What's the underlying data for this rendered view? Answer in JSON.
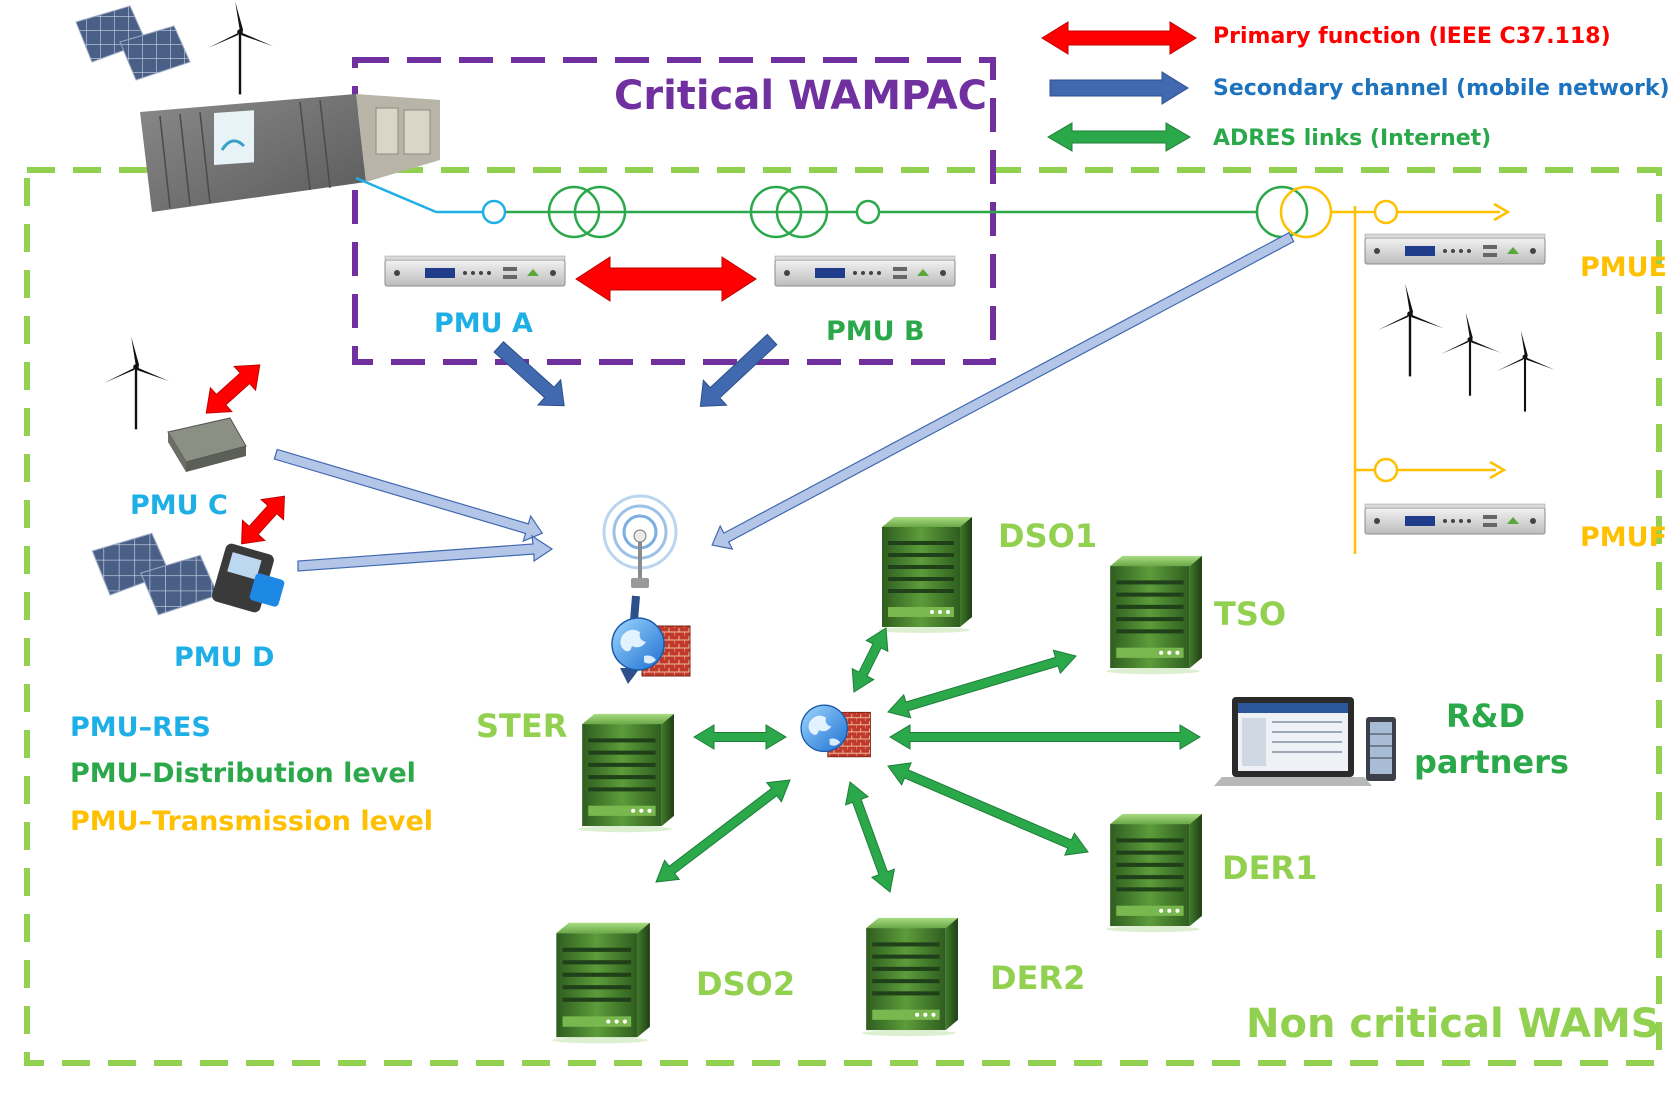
{
  "colors": {
    "critical": "#7030A0",
    "noncritical": "#92D050",
    "primary": "#FF0000",
    "secondary": "#4472C4",
    "adres": "#2AA84A",
    "pmu_res": "#1EAFE6",
    "pmu_dist": "#2AA84A",
    "pmu_trans": "#FFC000",
    "server": "#4E8C33"
  },
  "legend": {
    "primary": "Primary function (IEEE C37.118)",
    "secondary": "Secondary channel (mobile network)",
    "adres": "ADRES links (Internet)"
  },
  "zones": {
    "critical": "Critical WAMPAC",
    "noncritical": "Non critical WAMS"
  },
  "pmus": {
    "a": "PMU A",
    "b": "PMU B",
    "c": "PMU C",
    "d": "PMU D",
    "e": "PMUE",
    "f": "PMUF"
  },
  "nodes": {
    "ster": "STER",
    "dso1": "DSO1",
    "tso": "TSO",
    "rd_line1": "R&D",
    "rd_line2": "partners",
    "der1": "DER1",
    "dso2": "DSO2",
    "der2": "DER2"
  },
  "categories": {
    "res": "PMU–RES",
    "dist": "PMU–Distribution level",
    "trans": "PMU–Transmission level"
  }
}
